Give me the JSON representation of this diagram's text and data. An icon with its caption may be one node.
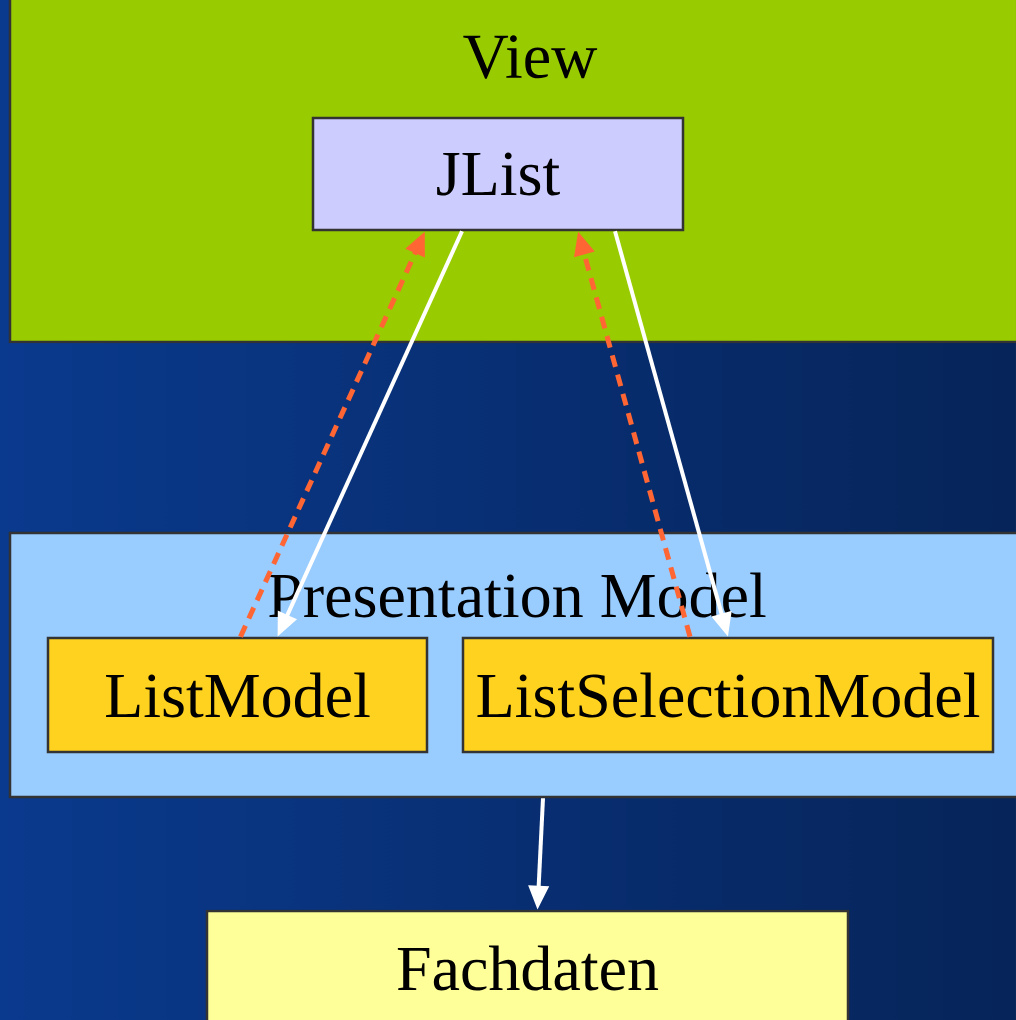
{
  "diagram": {
    "nodes": [
      {
        "text": [
          "View"
        ]
      },
      {
        "text": [
          "JList"
        ],
        "in": 0
      },
      {
        "text": [
          "Presentation Model"
        ]
      },
      {
        "text": [
          "ListModel"
        ],
        "in": 2
      },
      {
        "text": [
          "ListSelectionModel"
        ],
        "in": 2
      },
      {
        "text": [
          "Fachdaten"
        ]
      }
    ],
    "edges": [
      {
        "from": 1,
        "to": 3,
        "arrow": "to"
      },
      {
        "from": 3,
        "to": 1,
        "arrow": "to",
        "style": "dashed",
        "color": "#ff6633"
      },
      {
        "from": 1,
        "to": 4,
        "arrow": "to"
      },
      {
        "from": 4,
        "to": 1,
        "arrow": "to",
        "style": "dashed",
        "color": "#ff6633"
      },
      {
        "from": 2,
        "to": 5,
        "arrow": "to"
      }
    ]
  }
}
